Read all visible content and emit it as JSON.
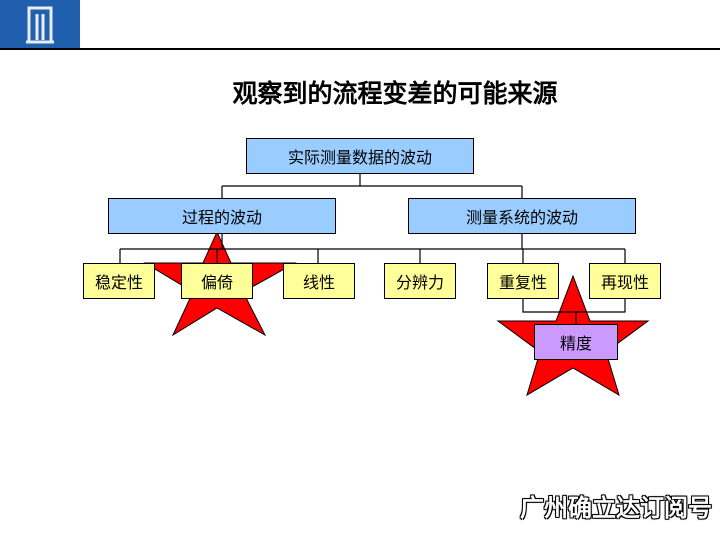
{
  "title": "观察到的流程变差的可能来源",
  "root": "实际测量数据的波动",
  "level2": [
    "过程的波动",
    "测量系统的波动"
  ],
  "level3": [
    "稳定性",
    "偏倚",
    "线性",
    "分辨力",
    "重复性",
    "再现性"
  ],
  "precision": "精度",
  "watermark": "广州确立达订阅号",
  "colors": {
    "blue": "#99ccff",
    "yellow": "#ffff99",
    "purple": "#cc99ff",
    "star": "#ff0000"
  }
}
